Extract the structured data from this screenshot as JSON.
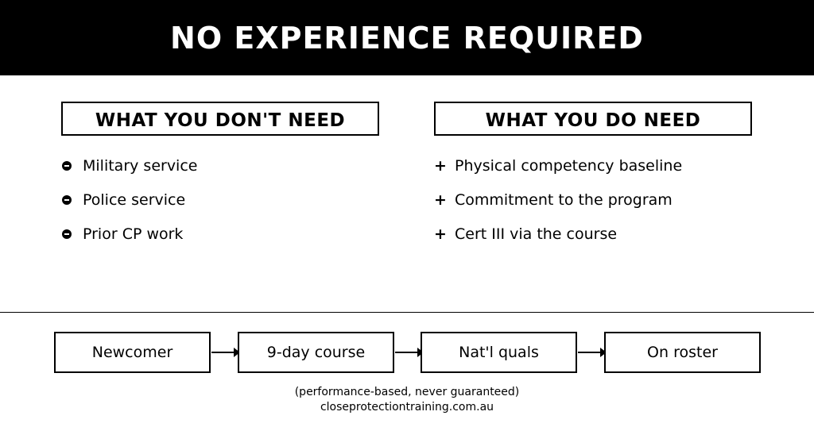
{
  "banner": {
    "title": "NO EXPERIENCE REQUIRED"
  },
  "dont_need": {
    "header": "WHAT YOU DON'T NEED",
    "items": [
      "Military service",
      "Police service",
      "Prior CP work"
    ],
    "marker_icon": "minus-circle-icon"
  },
  "do_need": {
    "header": "WHAT YOU DO NEED",
    "items": [
      "Physical competency baseline",
      "Commitment to the program",
      "Cert III via the course"
    ],
    "marker": "+"
  },
  "pathway": {
    "steps": [
      "Newcomer",
      "9-day course",
      "Nat'l quals",
      "On roster"
    ]
  },
  "footer": {
    "note": "(performance-based, never guaranteed)",
    "url": "closeprotectiontraining.com.au"
  },
  "colors": {
    "banner_bg": "#000000",
    "banner_text": "#ffffff",
    "background": "#ffffff",
    "ink": "#000000"
  }
}
